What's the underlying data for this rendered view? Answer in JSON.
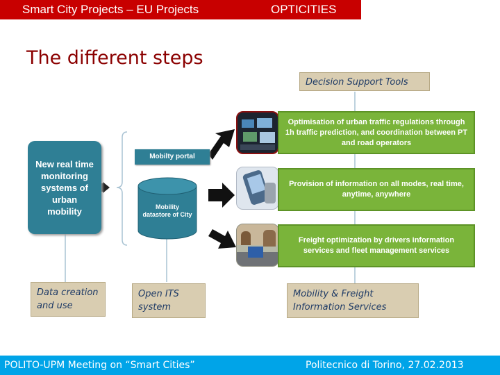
{
  "header": {
    "left": "Smart City Projects – EU Projects",
    "right": "OPTICITIES"
  },
  "title": "The different steps",
  "left_box": "New real time monitoring systems of urban mobility",
  "mobility_portal": "Mobilty portal",
  "datastore": "Mobility datastore of City",
  "decision_tools": "Decision Support Tools",
  "green_boxes": [
    "Optimisation of urban traffic regulations through 1h traffic prediction, and coordination between PT and road operators",
    "Provision of information on all modes, real time, anytime, anywhere",
    "Freight optimization by drivers information services and fleet management services"
  ],
  "bottom_boxes": {
    "data_creation": "Data creation and use",
    "open_its": "Open ITS system",
    "mobility_freight": "Mobility & Freight Information Services"
  },
  "footer": {
    "left": "POLITO-UPM Meeting on “Smart Cities”",
    "right": "Politecnico di Torino, 27.02.2013"
  },
  "colors": {
    "header_red": "#c80000",
    "footer_blue": "#00a4e8",
    "teal": "#2f7f95",
    "green": "#7ab43a",
    "tan": "#d9cdb1"
  }
}
